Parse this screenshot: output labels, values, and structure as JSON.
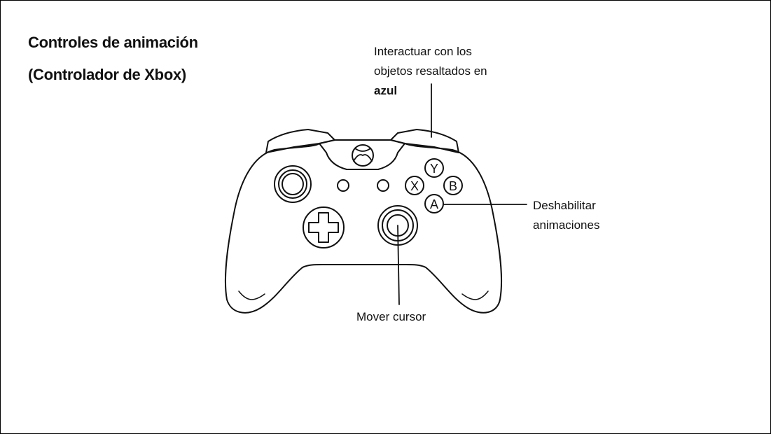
{
  "title": {
    "line1": "Controles de animación",
    "line2": "(Controlador de Xbox)"
  },
  "callouts": {
    "interact": {
      "line1": "Interactuar con los",
      "line2": "objetos resaltados en",
      "line3": "azul"
    },
    "disable": {
      "line1": "Deshabilitar",
      "line2": "animaciones"
    },
    "move": {
      "line1": "Mover cursor"
    }
  },
  "buttons": {
    "y": "Y",
    "x": "X",
    "b": "B",
    "a": "A"
  },
  "colors": {
    "ink": "#111111",
    "background": "#ffffff"
  }
}
